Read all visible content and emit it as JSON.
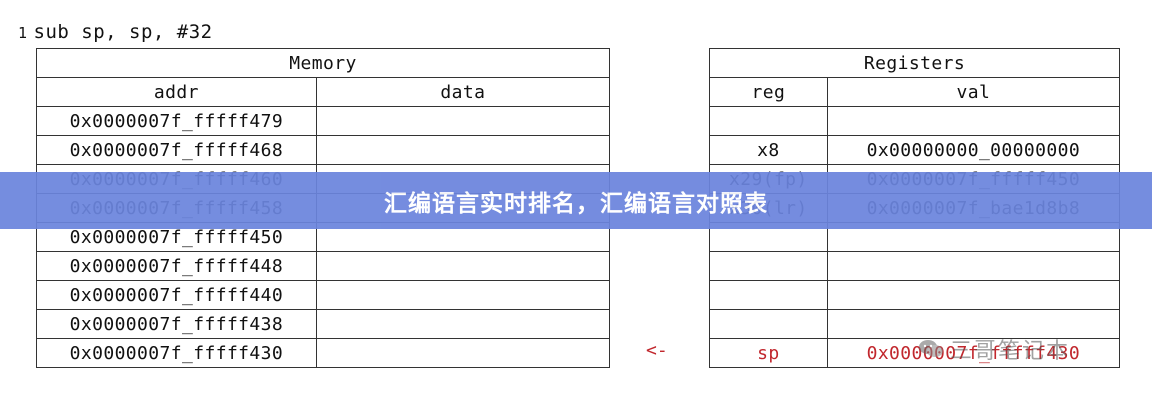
{
  "instruction": {
    "line_number": "1",
    "code": "sub sp, sp, #32"
  },
  "memory": {
    "title": "Memory",
    "headers": [
      "addr",
      "data"
    ],
    "rows": [
      {
        "addr": "0x0000007f_fffff479",
        "data": ""
      },
      {
        "addr": "0x0000007f_fffff468",
        "data": ""
      },
      {
        "addr": "0x0000007f_fffff460",
        "data": ""
      },
      {
        "addr": "0x0000007f_fffff458",
        "data": ""
      },
      {
        "addr": "0x0000007f_fffff450",
        "data": ""
      },
      {
        "addr": "0x0000007f_fffff448",
        "data": ""
      },
      {
        "addr": "0x0000007f_fffff440",
        "data": ""
      },
      {
        "addr": "0x0000007f_fffff438",
        "data": ""
      },
      {
        "addr": "0x0000007f_fffff430",
        "data": ""
      }
    ]
  },
  "pointer_arrow": "<-",
  "registers": {
    "title": "Registers",
    "headers": [
      "reg",
      "val"
    ],
    "rows": [
      {
        "reg": "",
        "val": ""
      },
      {
        "reg": "x8",
        "val": "0x00000000_00000000"
      },
      {
        "reg": "x29(fp)",
        "val": "0x0000007f_fffff450"
      },
      {
        "reg": "x30(lr)",
        "val": "0x0000007f_bae1d8b8"
      },
      {
        "reg": "",
        "val": ""
      },
      {
        "reg": "",
        "val": ""
      },
      {
        "reg": "",
        "val": ""
      },
      {
        "reg": "",
        "val": ""
      },
      {
        "reg": "sp",
        "val": "0x0000007f_fffff430"
      }
    ]
  },
  "banner": {
    "text": "汇编语言实时排名，汇编语言对照表"
  },
  "watermark": {
    "text": "三哥笔记本",
    "icon": "wechat-icon"
  },
  "colors": {
    "highlight": "#c1272d",
    "banner_bg": "#6b84dd"
  }
}
